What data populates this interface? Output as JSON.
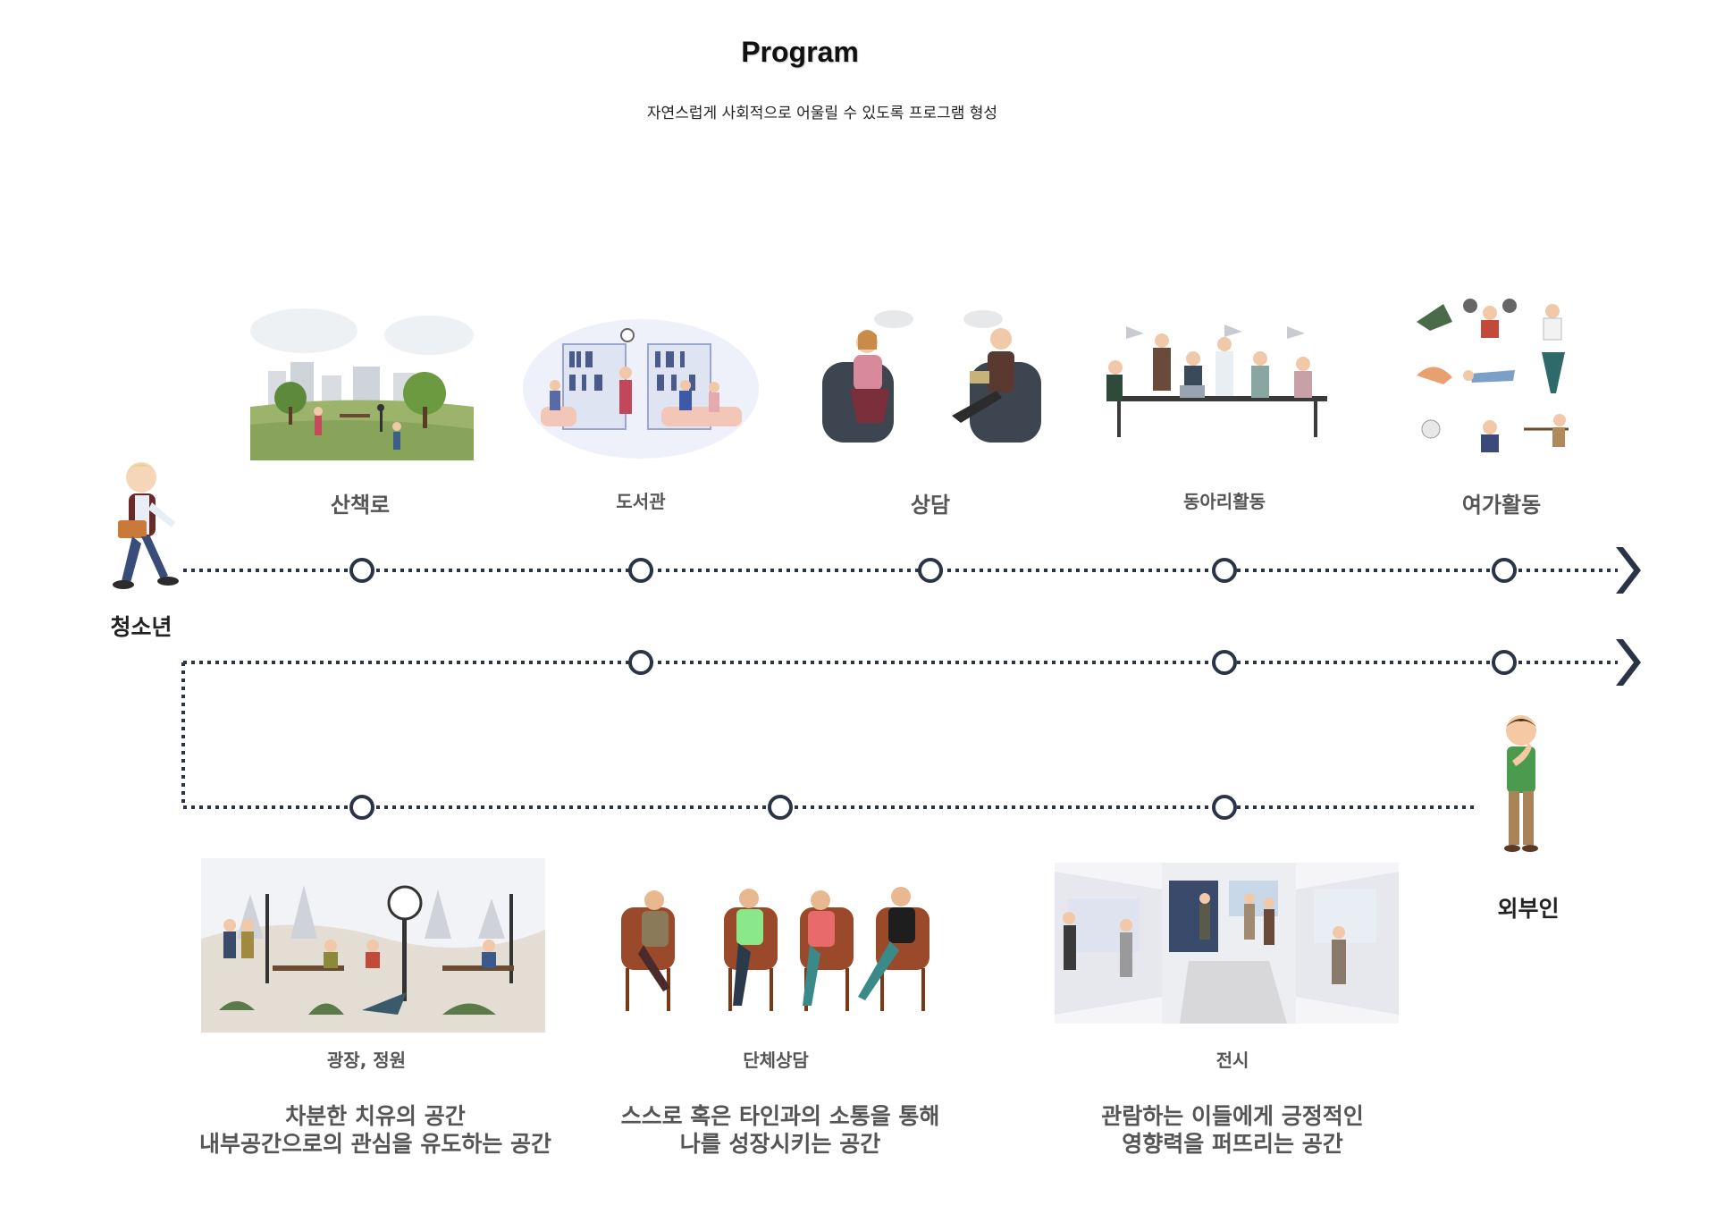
{
  "header": {
    "title": "Program",
    "subtitle": "자연스럽게 사회적으로 어울릴 수 있도록 프로그램 형성"
  },
  "actors": {
    "youth": "청소년",
    "outsider": "외부인"
  },
  "top_programs": [
    {
      "label": "산책로"
    },
    {
      "label": "도서관"
    },
    {
      "label": "상담"
    },
    {
      "label": "동아리활동"
    },
    {
      "label": "여가활동"
    }
  ],
  "bottom_programs": [
    {
      "label": "광장, 정원",
      "desc_line1": "차분한 치유의 공간",
      "desc_line2": "내부공간으로의 관심을 유도하는 공간"
    },
    {
      "label": "단체상담",
      "desc_line1": "스스로 혹은 타인과의 소통을 통해",
      "desc_line2": "나를 성장시키는 공간"
    },
    {
      "label": "전시",
      "desc_line1": "관람하는 이들에게 긍정적인",
      "desc_line2": "영향력을 퍼뜨리는 공간"
    }
  ],
  "colors": {
    "line": "#2b3347",
    "text_gray": "#555555",
    "accent_navy": "#2b3347"
  }
}
